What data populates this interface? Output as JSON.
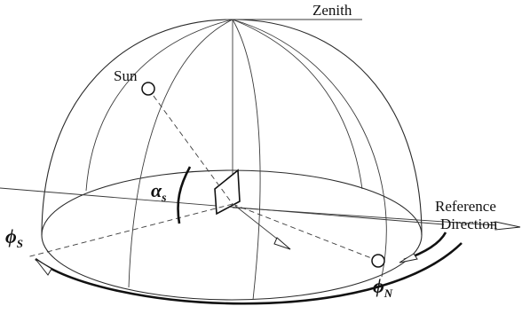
{
  "labels": {
    "zenith": "Zenith",
    "sun": "Sun",
    "reference_line1": "Reference",
    "reference_line2": "Direction",
    "alpha_base": "α",
    "alpha_sub": "s",
    "phi_s_base": "ϕ",
    "phi_s_sub": "S",
    "phi_n_base": "ϕ",
    "phi_n_sub": "N"
  }
}
